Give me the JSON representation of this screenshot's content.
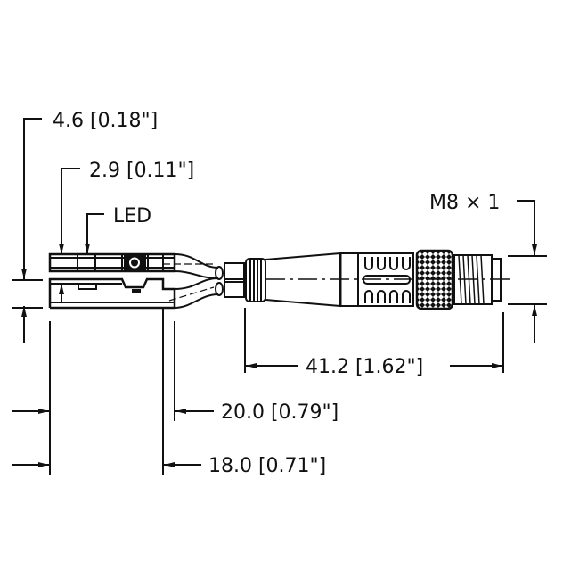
{
  "diagram": {
    "type": "technical-dimension-drawing",
    "subject": "cable with flat sensor connector and M8 male connector",
    "labels": {
      "dim_width_top": "4.6 [0.18\"]",
      "dim_width_inner": "2.9 [0.11\"]",
      "led": "LED",
      "thread": "M8 × 1",
      "dim_connector_length": "41.2 [1.62\"]",
      "dim_head_length_a": "20.0 [0.79\"]",
      "dim_head_length_b": "18.0 [0.71\"]"
    },
    "colors": {
      "line": "#111111",
      "background": "#ffffff"
    }
  }
}
